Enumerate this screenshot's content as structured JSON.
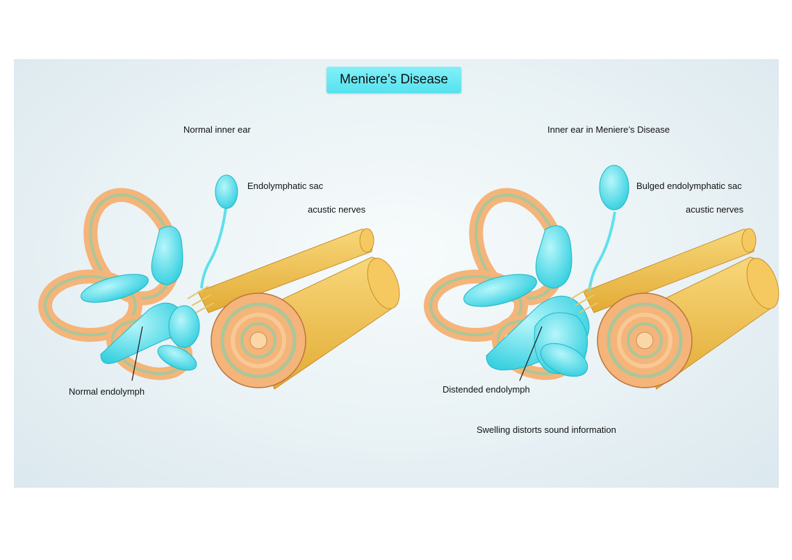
{
  "title": "Meniere’s Disease",
  "panels": {
    "left": {
      "heading": "Normal inner ear",
      "labels": {
        "sac": "Endolymphatic sac",
        "nerves": "acustic nerves",
        "endolymph": "Normal endolymph"
      }
    },
    "right": {
      "heading": "Inner ear in Meniere’s Disease",
      "labels": {
        "sac": "Bulged endolymphatic sac",
        "nerves": "acustic nerves",
        "endolymph": "Distended endolymph",
        "note": "Swelling distorts sound information"
      }
    }
  },
  "colors": {
    "title_box": "#56e2ee",
    "endolymph": "#5fe0ec",
    "nerve": "#f0c65a",
    "canal": "#f4b47a"
  }
}
